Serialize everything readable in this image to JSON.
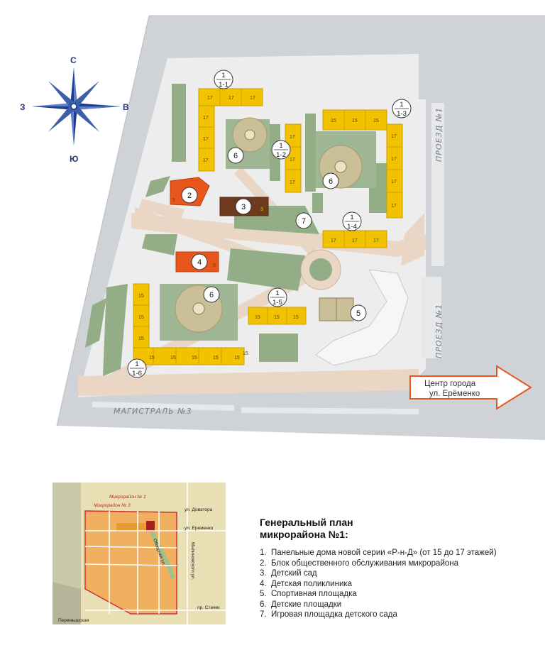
{
  "compass": {
    "north": "С",
    "south": "Ю",
    "west": "З",
    "east": "В"
  },
  "roads": {
    "main": "МАГИСТРАЛЬ №3",
    "passage_upper": "ПРОЕЗД №1",
    "passage_lower": "ПРОЕЗД №1"
  },
  "direction_arrow": {
    "line1": "Центр города",
    "line2": "ул. Ерёменко"
  },
  "markers": {
    "m1_1": {
      "top": "1",
      "bottom": "1-1"
    },
    "m1_2": {
      "top": "1",
      "bottom": "1-2"
    },
    "m1_3": {
      "top": "1",
      "bottom": "1-3"
    },
    "m1_4": {
      "top": "1",
      "bottom": "1-4"
    },
    "m1_5": {
      "top": "1",
      "bottom": "1-5"
    },
    "m1_6": {
      "top": "1",
      "bottom": "1-6"
    },
    "m2": "2",
    "m3": "3",
    "m4": "4",
    "m5": "5",
    "m6a": "6",
    "m6b": "6",
    "m6c": "6",
    "m7": "7"
  },
  "floors": {
    "b11": [
      "17",
      "17",
      "17",
      "17",
      "17",
      "17"
    ],
    "b12": [
      "17",
      "17",
      "17"
    ],
    "b13": [
      "15",
      "15",
      "15",
      "17",
      "17",
      "17",
      "17"
    ],
    "b14": [
      "17",
      "17",
      "17"
    ],
    "b15": [
      "15",
      "15",
      "15"
    ],
    "b16": [
      "15",
      "15",
      "15",
      "15",
      "15",
      "15",
      "15",
      "15",
      "15"
    ],
    "small": [
      "5",
      "3",
      "5"
    ]
  },
  "inset": {
    "label_mr1": "Микрорайон № 1",
    "label_mr3": "Микрорайон № 3",
    "street_dovatora": "ул. Доватора",
    "street_eremenko": "ул. Еременко",
    "street_stachki": "пр. Стачки",
    "street_obzornaya": "Обзорная ул.",
    "street_malinovskogo": "Малиновского ул.",
    "street_peremyshskaya": "Перемышская"
  },
  "legend": {
    "title_line1": "Генеральный план",
    "title_line2": "микрорайона №1:",
    "items": [
      {
        "num": "1.",
        "text": "Панельные дома новой серии «Р-н-Д» (от 15 до 17 этажей)"
      },
      {
        "num": "2.",
        "text": "Блок общественного обслуживания микрорайона"
      },
      {
        "num": "3.",
        "text": "Детский сад"
      },
      {
        "num": "4.",
        "text": "Детская поликлиника"
      },
      {
        "num": "5.",
        "text": "Спортивная площадка"
      },
      {
        "num": "6.",
        "text": "Детские площадки"
      },
      {
        "num": "7.",
        "text": "Игровая площадка детского сада"
      }
    ]
  },
  "colors": {
    "road": "#cfd2d6",
    "block": "#ececec",
    "path": "#ead6c4",
    "green": "#93ad86",
    "residential": "#f2c200",
    "service": "#e8561c",
    "kindergarten": "#6e3a1e",
    "arrow": "#e8561c"
  }
}
